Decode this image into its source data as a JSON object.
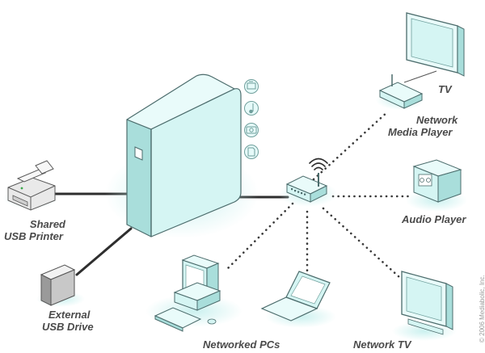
{
  "labels": {
    "shared_printer": [
      "Shared",
      "USB Printer"
    ],
    "external_drive": [
      "External",
      "USB Drive"
    ],
    "tv": "TV",
    "network_media_player": [
      "Network",
      "Media Player"
    ],
    "audio_player": "Audio Player",
    "networked_pcs": "Networked PCs",
    "network_tv": "Network TV"
  },
  "copyright": "© 2006 Mediabolic, Inc.",
  "colors": {
    "device_fill": "#d5f5f3",
    "device_stroke": "#4c6c6c",
    "glow": "#c8f0ee",
    "wired_line": "#2e2e2e",
    "wireless_dots": "#3a3a3a",
    "label_text": "#4a4a4a"
  },
  "icons": [
    "photo-icon",
    "music-icon",
    "camera-icon",
    "document-icon"
  ]
}
